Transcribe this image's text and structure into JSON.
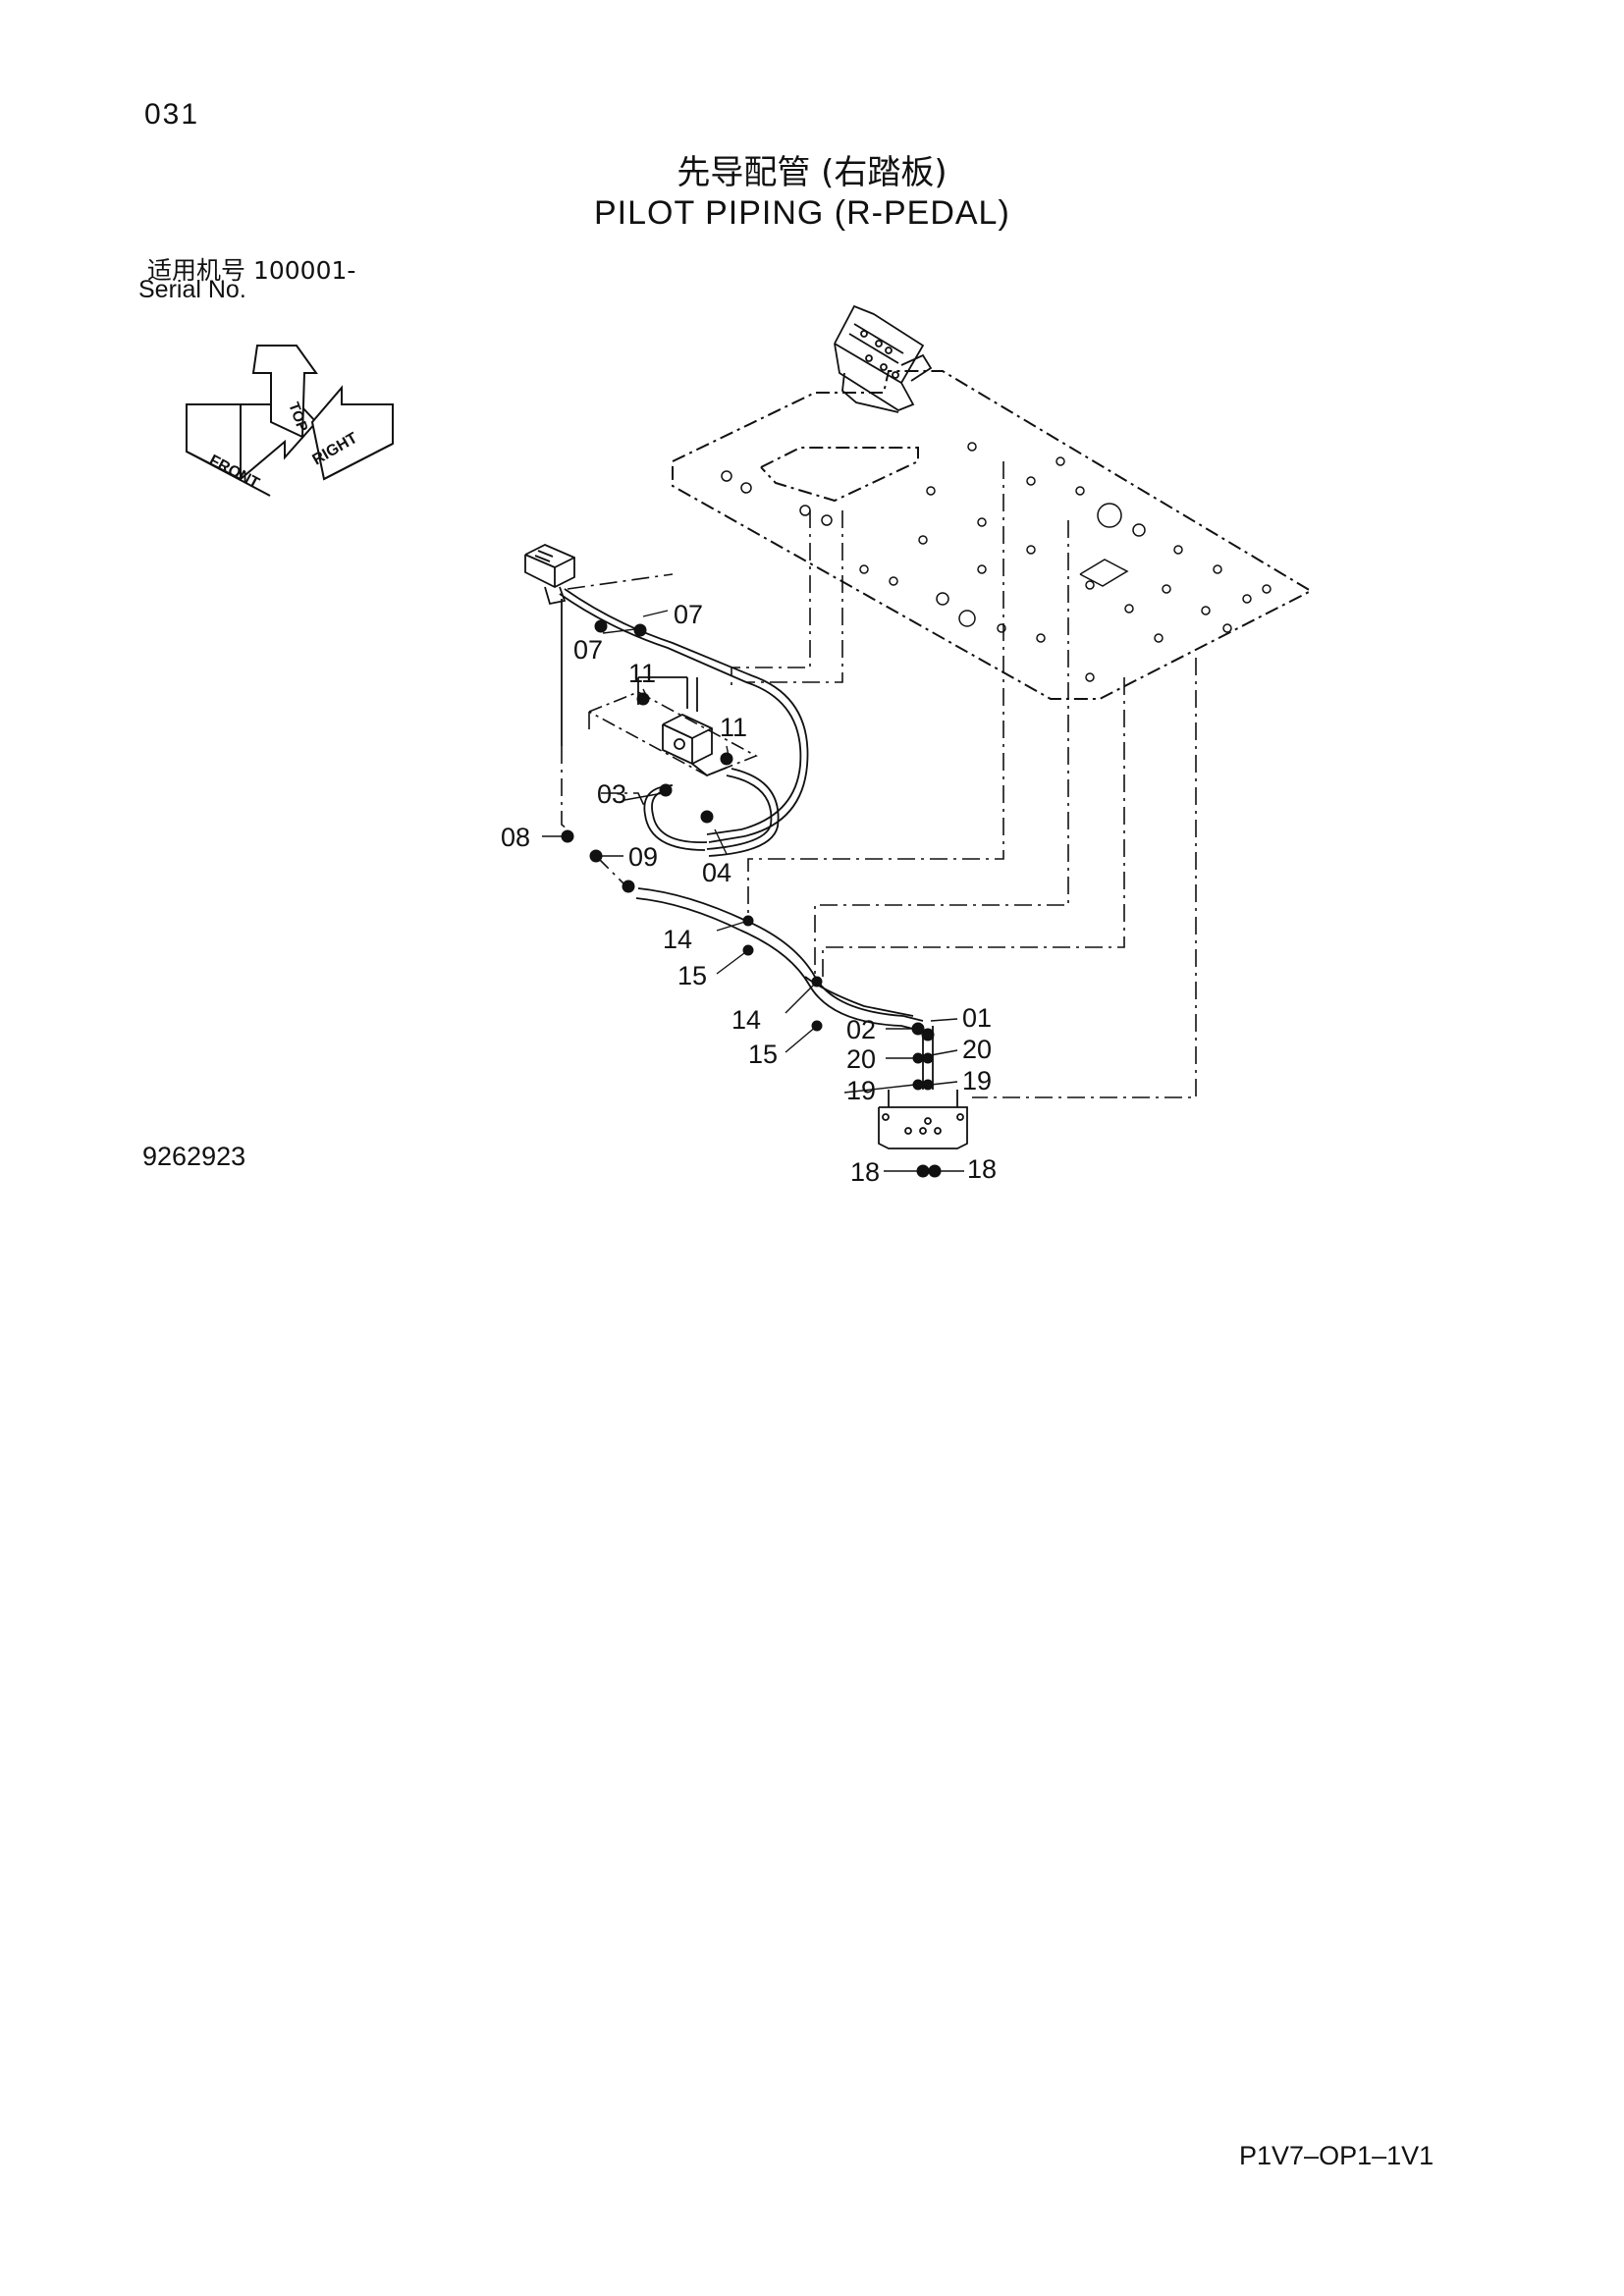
{
  "page_number": "031",
  "title_cn": "先导配管 (右踏板)",
  "title_en": "PILOT  PIPING (R-PEDAL)",
  "serial": {
    "label_cn": "适用机号  100001-",
    "label_en": "Serial No."
  },
  "orientation": {
    "front_label": "FRONT",
    "top_label": "TOP",
    "right_label": "RIGHT"
  },
  "callouts": {
    "p07a": "07",
    "p07b": "07",
    "p11a": "11",
    "p11b": "11",
    "p03": "03",
    "p08": "08",
    "p09": "09",
    "p04": "04",
    "p14a": "14",
    "p15a": "15",
    "p14b": "14",
    "p15b": "15",
    "p02": "02",
    "p01": "01",
    "p20a": "20",
    "p20b": "20",
    "p19a": "19",
    "p19b": "19",
    "p18a": "18",
    "p18b": "18"
  },
  "drawing_number": "9262923",
  "document_code": "P1V7–OP1–1V1"
}
